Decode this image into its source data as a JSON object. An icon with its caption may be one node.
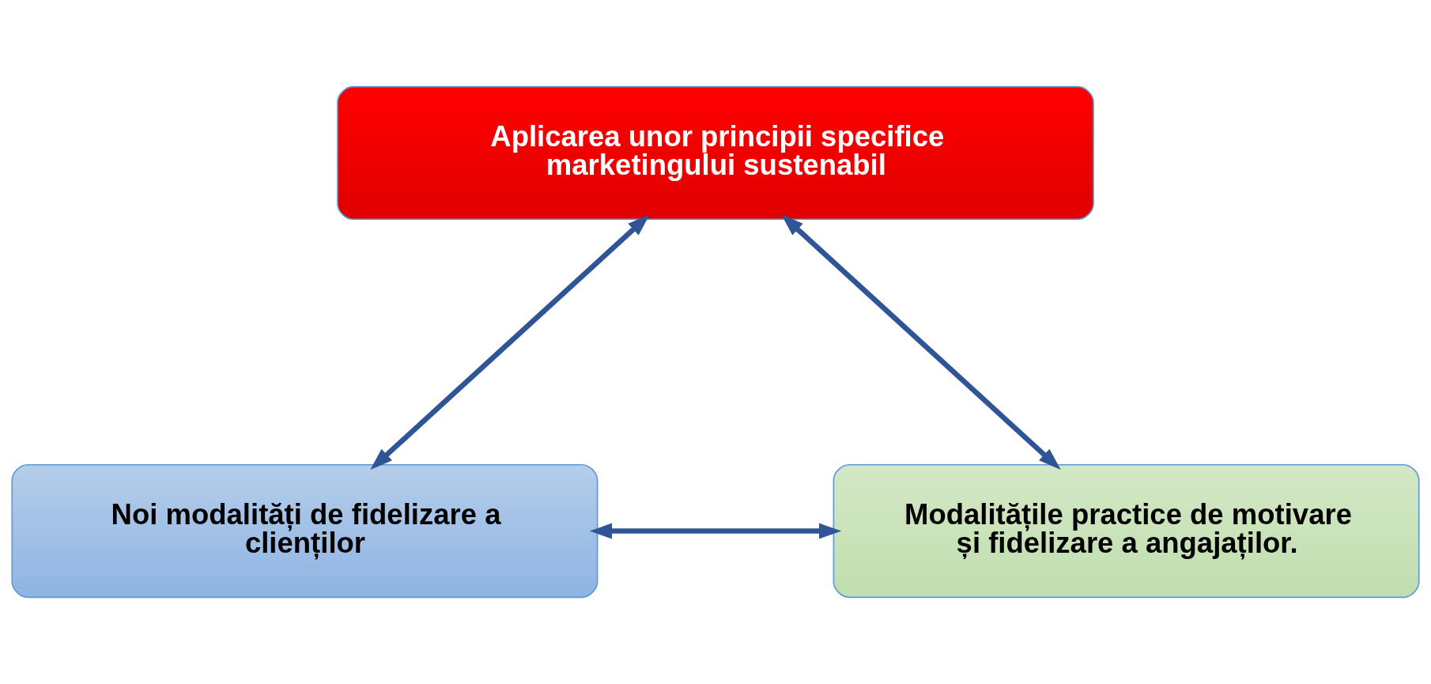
{
  "diagram": {
    "nodes": [
      {
        "text": [
          "Aplicarea unor principii specifice marketingului sustenabil"
        ]
      },
      {
        "text": [
          "Noi modalități de fidelizare a clienților"
        ]
      },
      {
        "text": [
          "Modalitățile practice de motivare și fidelizare a angajaților."
        ]
      }
    ],
    "edges": [
      {
        "from": 0,
        "to": 1,
        "arrow": "both"
      },
      {
        "from": 0,
        "to": 2,
        "arrow": "both"
      },
      {
        "from": 1,
        "to": 2,
        "arrow": "both"
      }
    ]
  }
}
